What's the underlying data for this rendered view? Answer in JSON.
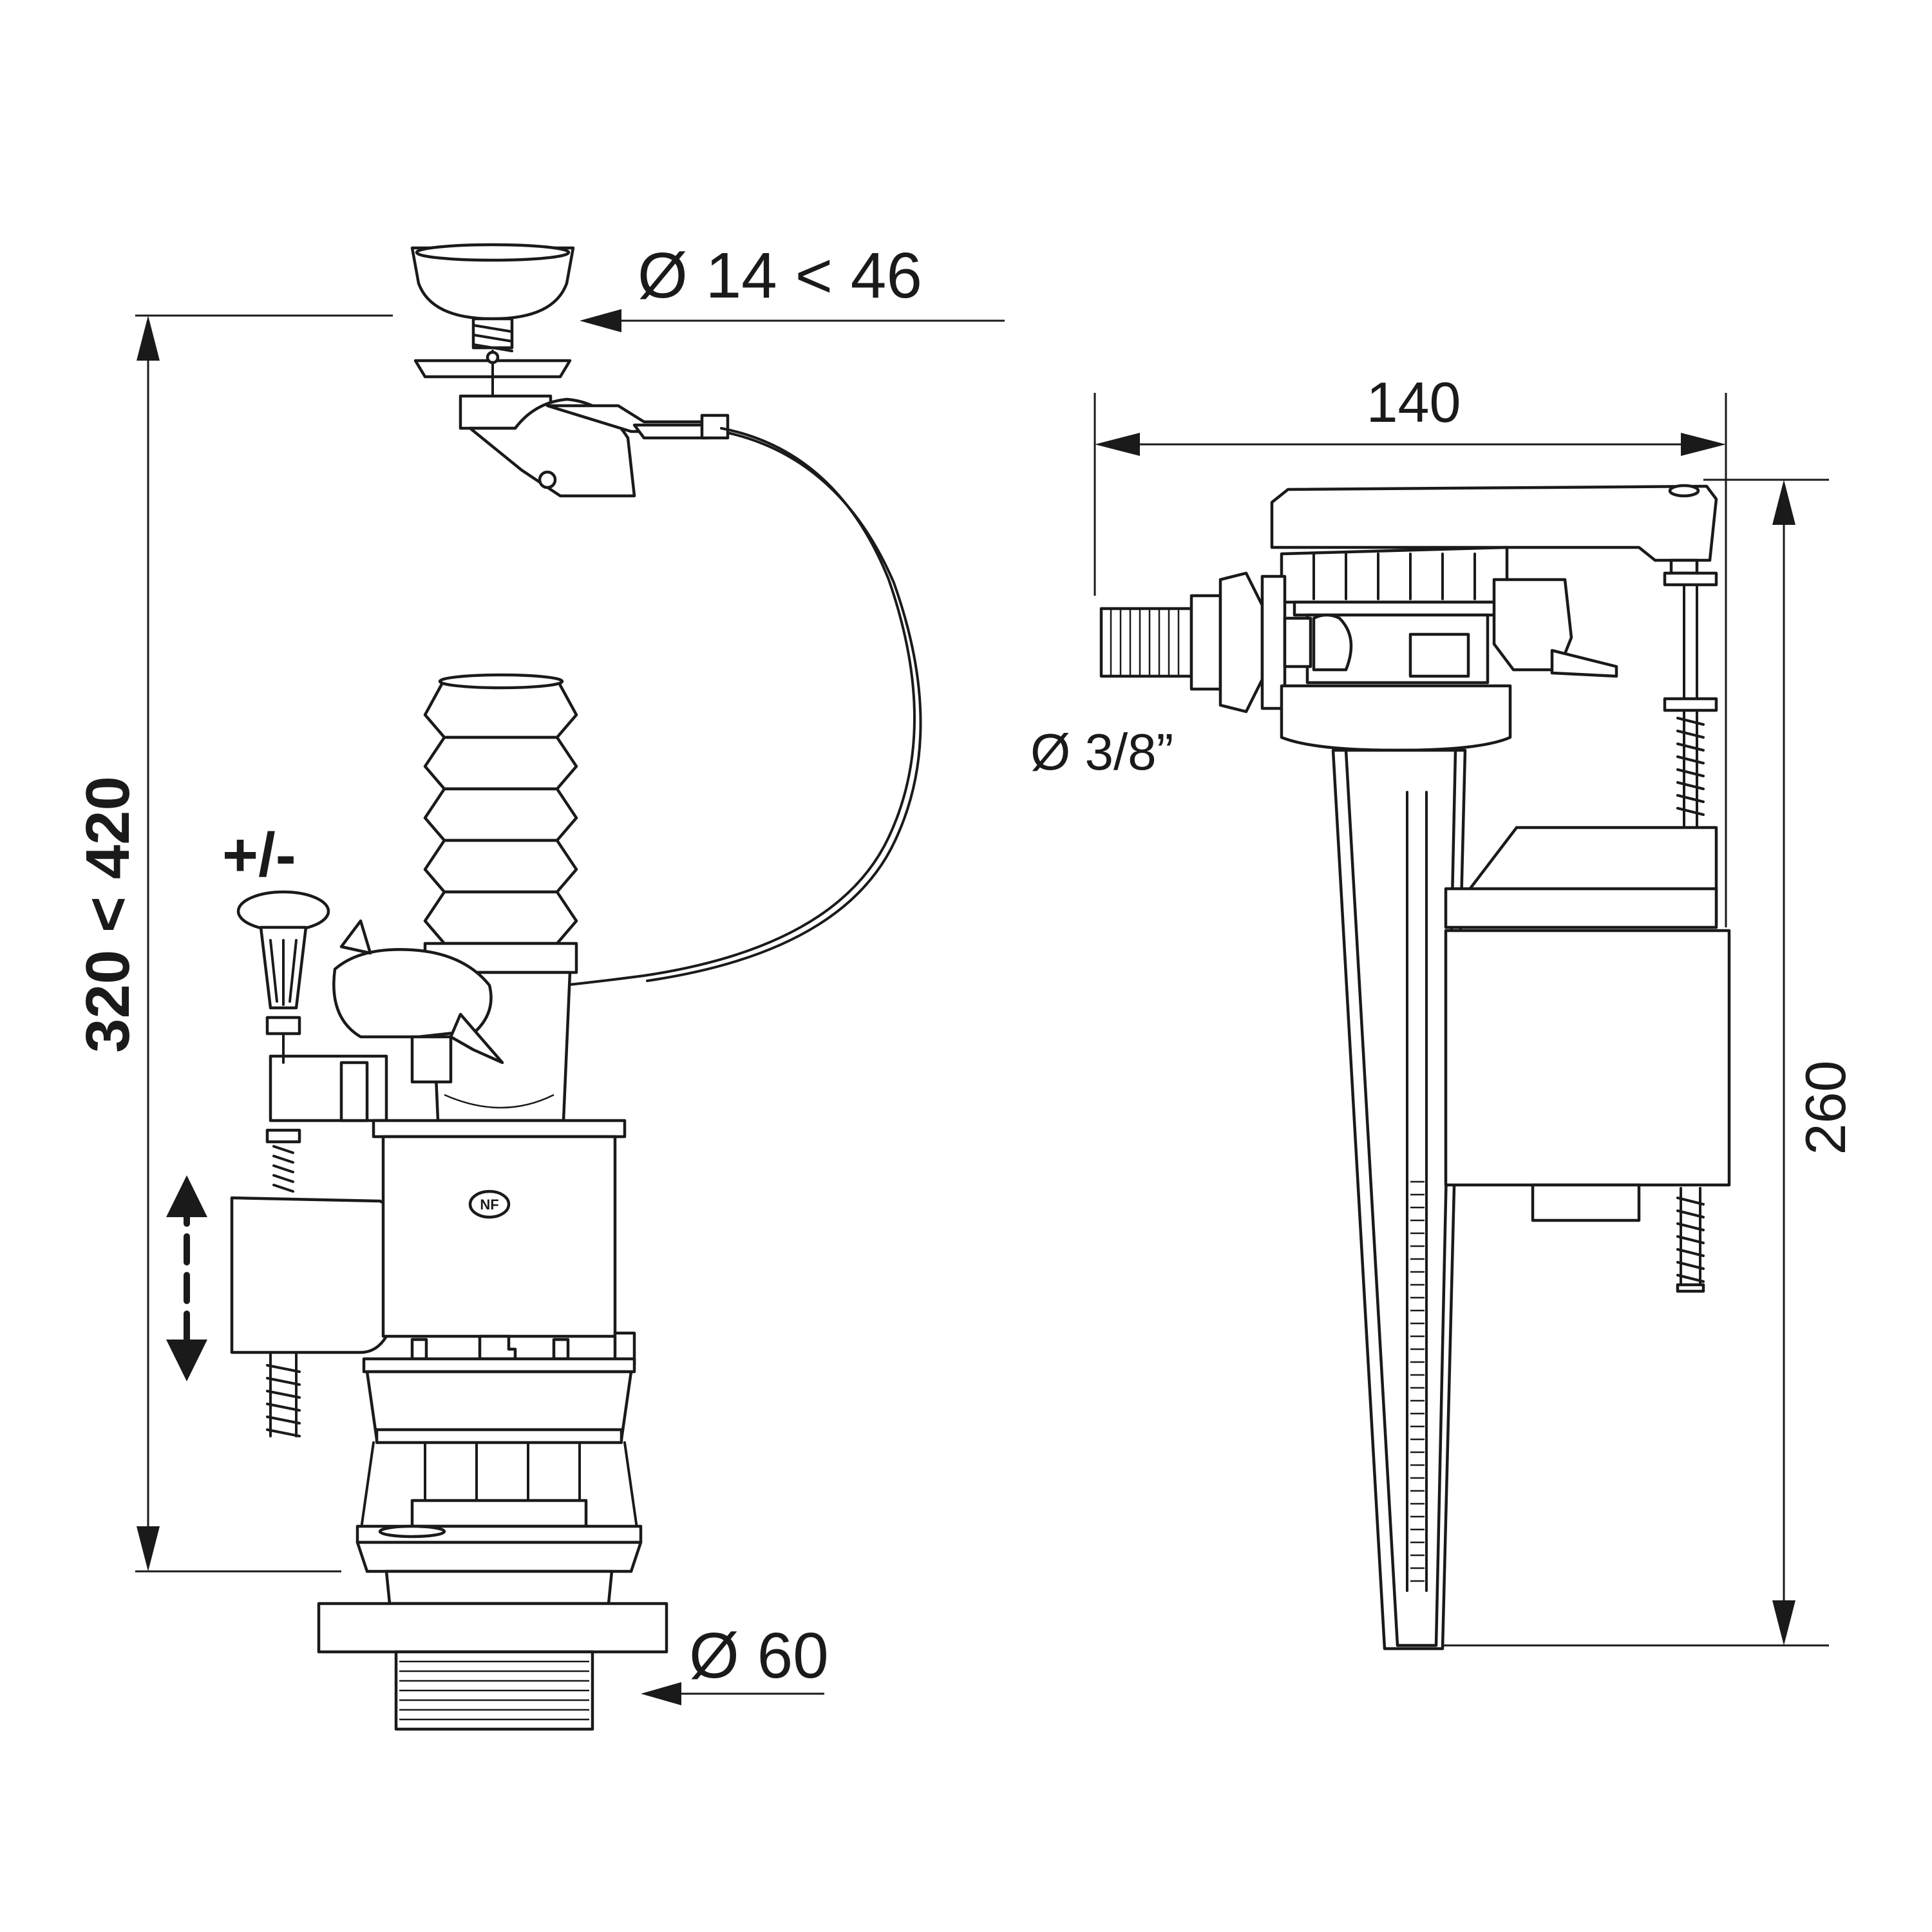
{
  "left_assembly": {
    "button_diameter_label": "Ø 14 < 46",
    "height_label": "320 < 420",
    "adjust_label": "+/-",
    "outlet_diameter_label": "Ø 60",
    "certification_mark": "NF"
  },
  "right_assembly": {
    "width_label": "140",
    "height_label": "260",
    "inlet_diameter_label": "Ø 3/8”"
  }
}
